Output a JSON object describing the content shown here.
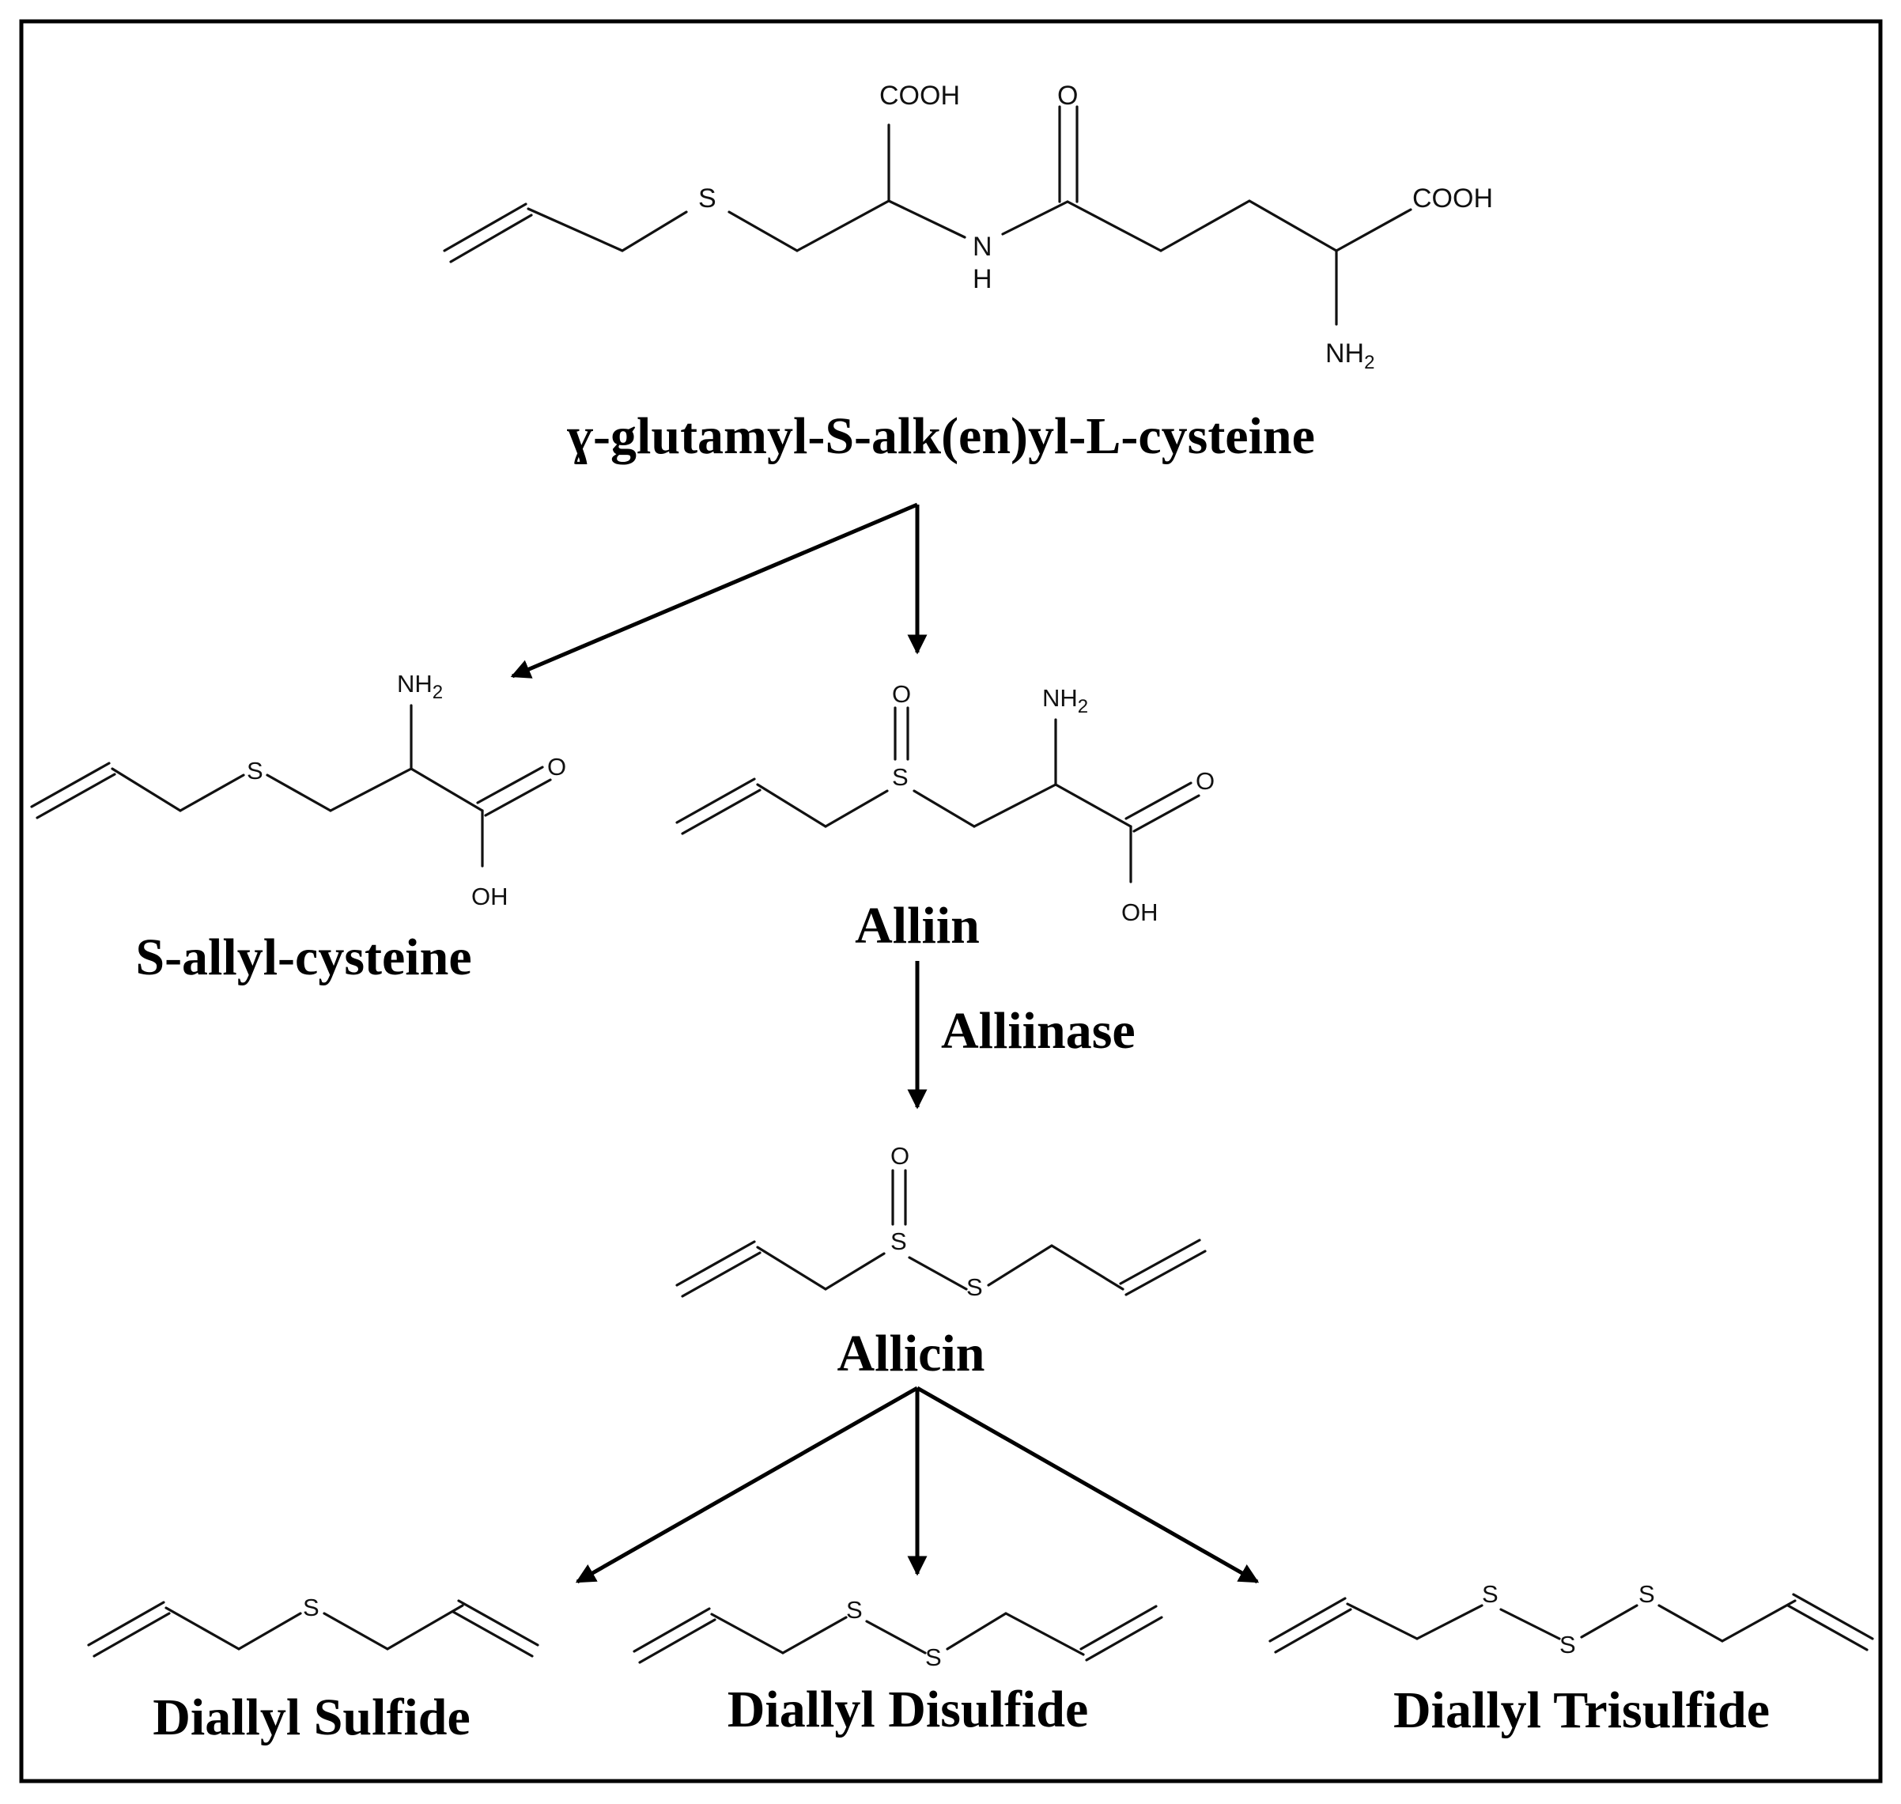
{
  "compounds": {
    "gamma_glutamyl": {
      "name": "ɣ-glutamyl-S-alk(en)yl-L-cysteine",
      "atoms": {
        "cooh_1": "COOH",
        "o_1": "O",
        "s_1": "S",
        "n_1": "N",
        "h_1": "H",
        "cooh_2": "COOH",
        "nh2": "NH",
        "nh2_sub": "2"
      }
    },
    "s_allyl_cysteine": {
      "name": "S-allyl-cysteine",
      "atoms": {
        "nh2": "NH",
        "nh2_sub": "2",
        "s": "S",
        "o": "O",
        "oh": "OH"
      }
    },
    "alliin": {
      "name": "Alliin",
      "atoms": {
        "o_top": "O",
        "s": "S",
        "nh2": "NH",
        "nh2_sub": "2",
        "o": "O",
        "oh": "OH"
      }
    },
    "allicin": {
      "name": "Allicin",
      "atoms": {
        "o": "O",
        "s_1": "S",
        "s_2": "S"
      }
    },
    "diallyl_sulfide": {
      "name": "Diallyl Sulfide",
      "atoms": {
        "s": "S"
      }
    },
    "diallyl_disulfide": {
      "name": "Diallyl Disulfide",
      "atoms": {
        "s_1": "S",
        "s_2": "S"
      }
    },
    "diallyl_trisulfide": {
      "name": "Diallyl Trisulfide",
      "atoms": {
        "s_1": "S",
        "s_2": "S",
        "s_3": "S"
      }
    }
  },
  "enzymes": {
    "alliinase": "Alliinase"
  }
}
